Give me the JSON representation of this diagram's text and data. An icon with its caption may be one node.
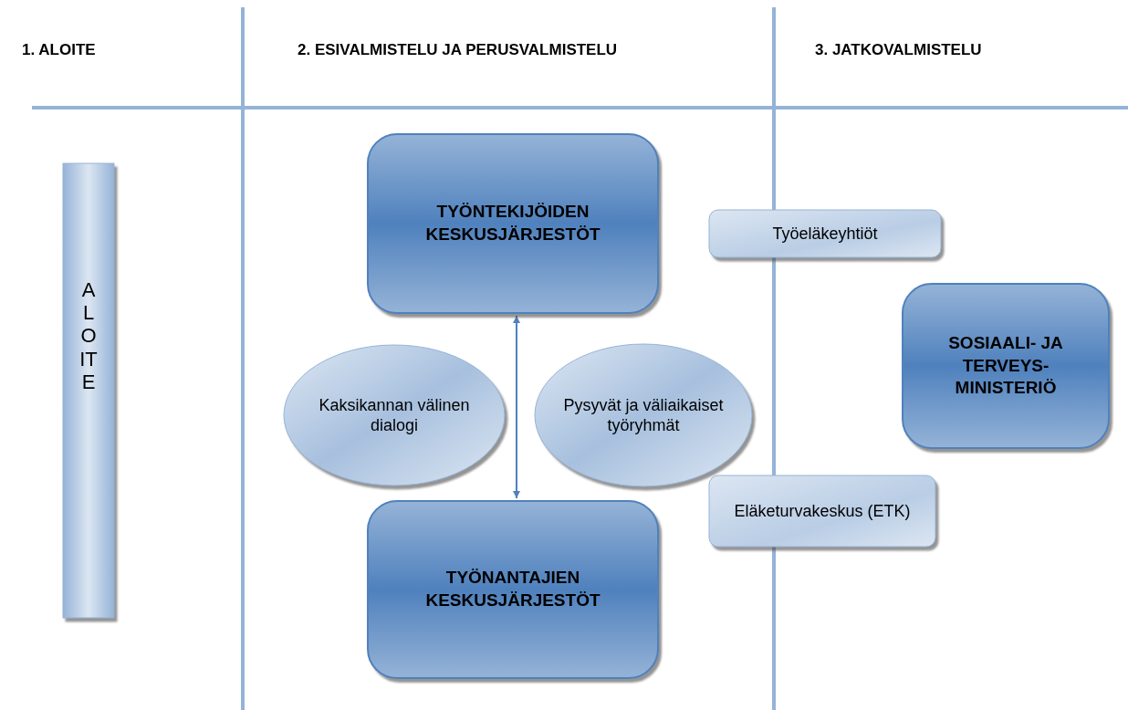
{
  "diagram": {
    "nodes": [
      {
        "text": [
          "ALOITE"
        ]
      },
      {
        "text": [
          "TYÖNTEKIJÖIDEN KESKUSJÄRJESTÖT"
        ]
      },
      {
        "text": [
          "Kaksikannan välinen dialogi"
        ]
      },
      {
        "text": [
          "Pysyvät ja väliaikaiset työryhmät"
        ]
      },
      {
        "text": [
          "TYÖNANTAJIEN KESKUSJÄRJESTÖT"
        ]
      },
      {
        "text": [
          "Työeläkeyhtiöt"
        ]
      },
      {
        "text": [
          "SOSIAALI- JA TERVEYS- MINISTERIÖ"
        ]
      },
      {
        "text": [
          "Eläketurvakeskus (ETK)"
        ]
      }
    ],
    "edges": [
      {
        "from": 1,
        "to": 4,
        "arrow": "both"
      }
    ],
    "labels": [
      "1. ALOITE",
      "2. ESIVALMISTELU JA PERUSVALMISTELU",
      "3. JATKOVALMISTELU"
    ]
  }
}
